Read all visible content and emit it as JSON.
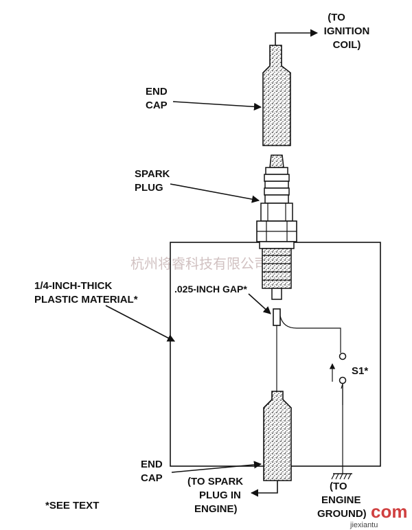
{
  "labels": {
    "to_ignition_1": "(TO",
    "to_ignition_2": "IGNITION",
    "to_ignition_3": "COIL)",
    "end_cap_top_1": "END",
    "end_cap_top_2": "CAP",
    "spark_plug_1": "SPARK",
    "spark_plug_2": "PLUG",
    "plastic_1": "1/4-INCH-THICK",
    "plastic_2": "PLASTIC MATERIAL*",
    "gap": ".025-INCH GAP*",
    "switch": "S1*",
    "end_cap_bottom_1": "END",
    "end_cap_bottom_2": "CAP",
    "to_plug_1": "(TO SPARK",
    "to_plug_2": "PLUG IN",
    "to_plug_3": "ENGINE)",
    "to_ground_1": "(TO",
    "to_ground_2": "ENGINE",
    "to_ground_3": "GROUND)",
    "see_text": "*SEE TEXT"
  },
  "watermark": {
    "chinese": "杭州将睿科技有限公司",
    "logo": "com",
    "site": "jiexiantu"
  }
}
